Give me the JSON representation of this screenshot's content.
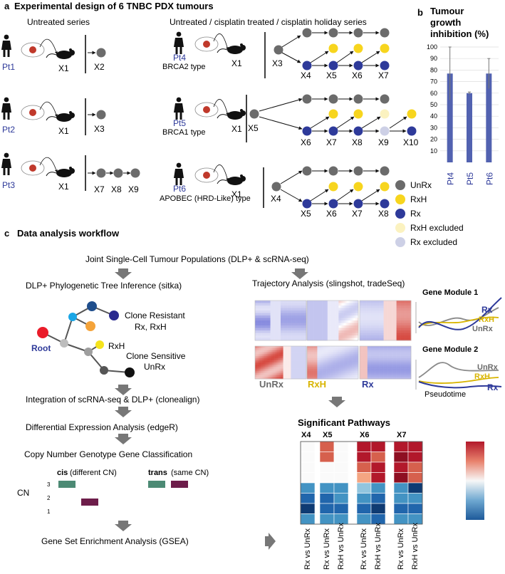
{
  "panel_a": {
    "letter": "a",
    "title": "Experimental design of 6 TNBC PDX tumours",
    "untreated_header": "Untreated series",
    "treated_header": "Untreated / cisplatin treated / cisplatin holiday series",
    "patients": {
      "pt1": "Pt1",
      "pt2": "Pt2",
      "pt3": "Pt3",
      "pt4": "Pt4",
      "pt5": "Pt5",
      "pt6": "Pt6"
    },
    "types": {
      "pt4": "BRCA2 type",
      "pt5": "BRCA1 type",
      "pt6": "APOBEC (HRD-Like) type"
    },
    "passages": {
      "x1": "X1",
      "x2": "X2",
      "x3": "X3",
      "x4": "X4",
      "x5": "X5",
      "x6": "X6",
      "x7": "X7",
      "x8": "X8",
      "x9": "X9",
      "x10": "X10"
    },
    "colors": {
      "unrx": "#6b6b6b",
      "rxh": "#f7d51e",
      "rx": "#2e3a9a",
      "rxh_excluded": "#fbf2c0",
      "rx_excluded": "#cdd0e6"
    }
  },
  "panel_b": {
    "letter": "b",
    "title_lines": [
      "Tumour",
      "growth",
      "inhibition (%)"
    ],
    "chart_data": {
      "type": "bar",
      "categories": [
        "Pt4",
        "Pt5",
        "Pt6"
      ],
      "values": [
        77,
        60,
        77
      ],
      "errors": [
        23,
        1,
        13
      ],
      "yticks": [
        10,
        20,
        30,
        40,
        50,
        60,
        70,
        80,
        90,
        100
      ],
      "ylim": [
        0,
        100
      ],
      "bar_color": "#5262b0",
      "grid": true
    }
  },
  "legend": {
    "unrx": "UnRx",
    "rxh": "RxH",
    "rx": "Rx",
    "rxh_excluded": "RxH excluded",
    "rx_excluded": "Rx excluded"
  },
  "panel_c": {
    "letter": "c",
    "title": "Data analysis workflow",
    "joint": "Joint Single-Cell Tumour Populations (DLP+ & scRNA-seq)",
    "tree_inference": "DLP+ Phylogenetic Tree Inference (sitka)",
    "clone_resistant_1": "Clone Resistant",
    "clone_resistant_2": "Rx, RxH",
    "rxh_label": "RxH",
    "root_label": "Root",
    "clone_sensitive_1": "Clone Sensitive",
    "clone_sensitive_2": "UnRx",
    "integration": "Integration of scRNA-seq & DLP+ (clonealign)",
    "differential": "Differential Expression Analysis (edgeR)",
    "copy_number": "Copy Number Genotype Gene Classification",
    "cis_label": "cis",
    "cis_desc": "(different CN)",
    "trans_label": "trans",
    "trans_desc": "(same CN)",
    "cn_label": "CN",
    "cn_ticks": [
      "3",
      "2",
      "1"
    ],
    "gsea": "Gene Set Enrichment Analysis (GSEA)",
    "trajectory": "Trajectory Analysis (slingshot, tradeSeq)",
    "module1": "Gene Module 1",
    "module2": "Gene Module 2",
    "heat_labels": [
      "UnRx",
      "RxH",
      "Rx"
    ],
    "pseudotime": "Pseudotime",
    "m1_labels": [
      "Rx",
      "RxH",
      "UnRx"
    ],
    "m2_labels": [
      "UnRx",
      "RxH",
      "Rx"
    ],
    "pathways_title": "Significant Pathways",
    "pathway_cols": [
      "X4",
      "X5",
      "X6",
      "X7"
    ],
    "pathway_xlabels": [
      "Rx vs UnRx",
      "Rx vs UnRx",
      "RxH vs UnRx",
      "Rx vs UnRx",
      "RxH vs UnRx",
      "Rx vs UnRx",
      "RxH vs UnRx"
    ]
  }
}
